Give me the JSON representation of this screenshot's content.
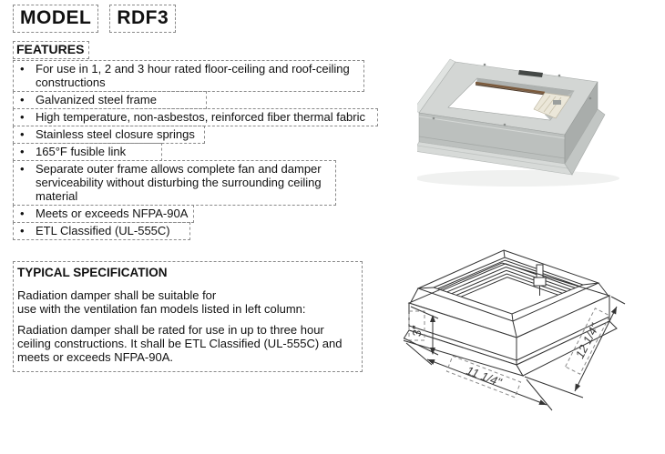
{
  "title": {
    "model_label": "MODEL",
    "model_number": "RDF3"
  },
  "features": {
    "heading": "FEATURES",
    "bullet": "•",
    "items": [
      {
        "lines": [
          "For use in 1, 2 and 3 hour rated floor-ceiling and roof-ceiling",
          "constructions"
        ]
      },
      {
        "lines": [
          "Galvanized steel frame"
        ]
      },
      {
        "lines": [
          "High temperature, non-asbestos, reinforced fiber thermal fabric"
        ]
      },
      {
        "lines": [
          "Stainless steel closure springs"
        ]
      },
      {
        "lines": [
          "165°F fusible link"
        ]
      },
      {
        "lines": [
          "Separate outer frame allows complete fan and damper",
          "serviceability without disturbing the surrounding ceiling",
          "material"
        ]
      },
      {
        "lines": [
          "Meets or exceeds NFPA-90A"
        ]
      },
      {
        "lines": [
          "ETL Classified (UL-555C)"
        ]
      }
    ]
  },
  "spec": {
    "heading": "TYPICAL SPECIFICATION",
    "para1_lines": [
      "Radiation damper shall be suitable for",
      "use with the ventilation fan models listed in left column:"
    ],
    "para2_lines": [
      "Radiation damper shall be rated for use in up to three hour",
      "ceiling constructions. It shall be ETL Classified (UL-555C) and",
      "meets or exceeds NFPA-90A."
    ]
  },
  "drawing": {
    "labels": {
      "height": "3\"",
      "width": "11 1/4\"",
      "depth": "12 1/4\""
    }
  },
  "colors": {
    "text": "#111111",
    "annotation_box": "#8a8a8a",
    "drawing_line": "#333333",
    "metal_light": "#d3d6d4",
    "metal_mid": "#bcc0be",
    "metal_dark": "#a9adab",
    "blade_cream": "#ebe7d9",
    "rod_brown": "#7b5a3c"
  }
}
